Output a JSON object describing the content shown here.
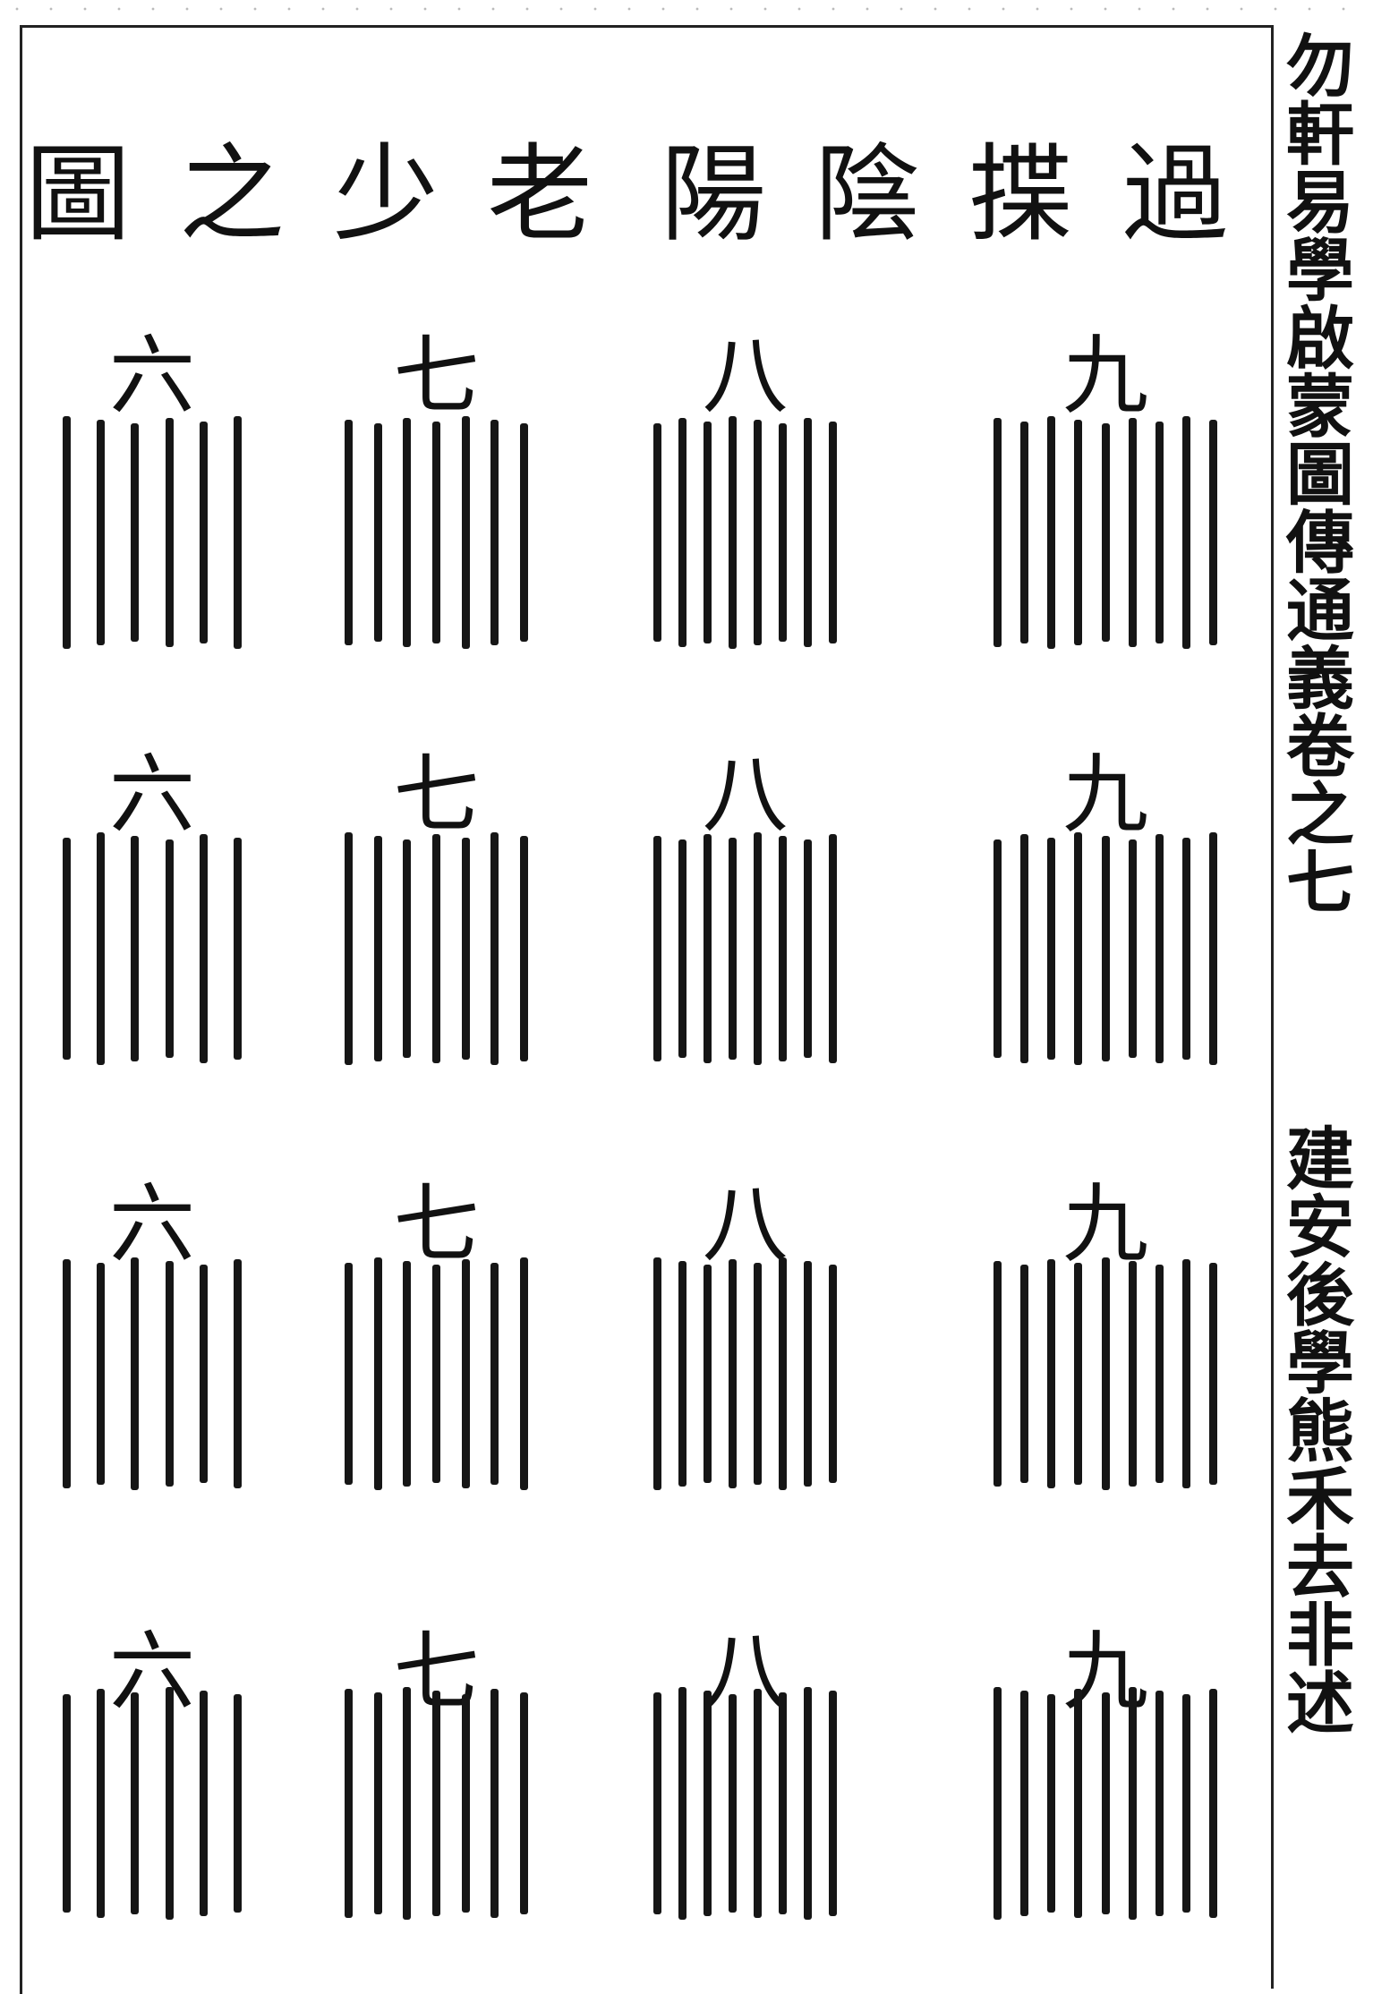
{
  "title_chars": [
    "圖",
    "之",
    "少",
    "老",
    "陽",
    "陰",
    "揲",
    "過"
  ],
  "side_title": "勿軒易學啟蒙圖傳通義卷之七",
  "side_author": "建安後學熊禾去非述",
  "grid": {
    "columns": [
      {
        "label": "六",
        "stalks": 6
      },
      {
        "label": "七",
        "stalks": 7
      },
      {
        "label": "八",
        "stalks": 8
      },
      {
        "label": "九",
        "stalks": 9
      }
    ],
    "rows": 4
  },
  "colors": {
    "ink": "#161616",
    "paper": "#ffffff"
  }
}
